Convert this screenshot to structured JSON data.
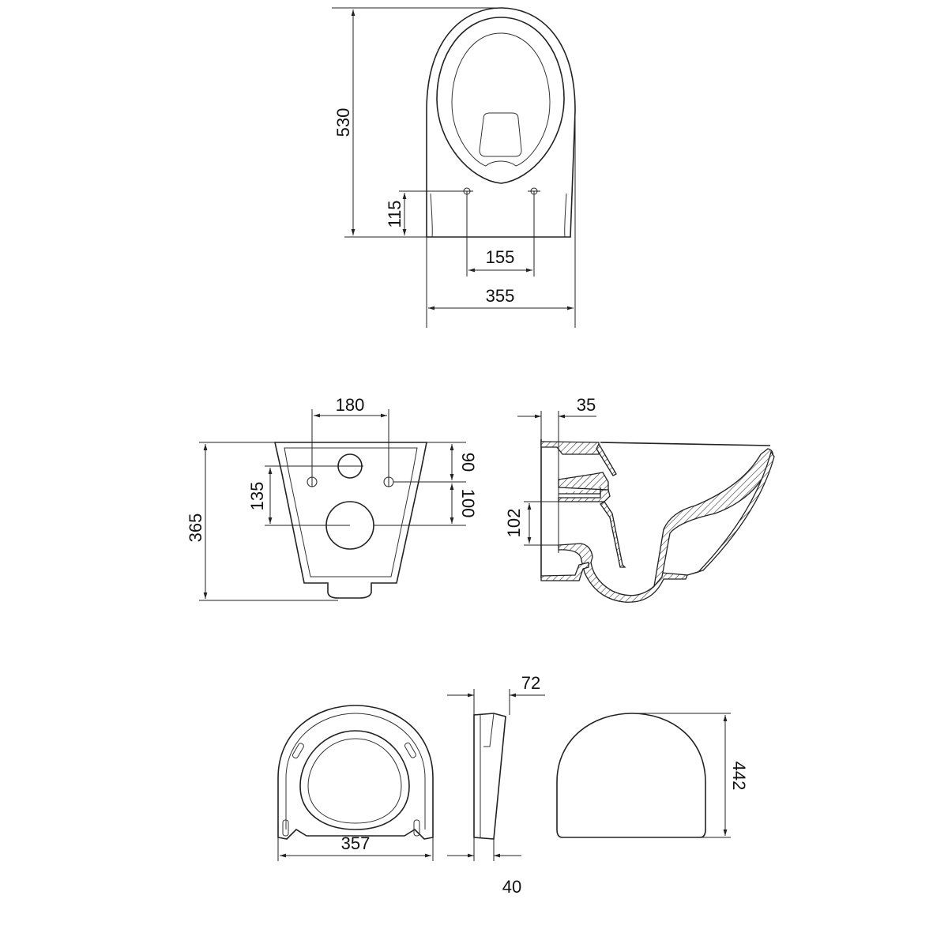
{
  "title": "Wall-hung toilet technical drawing",
  "top_view": {
    "height": "530",
    "outlet_height": "115",
    "bolt_spacing": "155",
    "width": "355"
  },
  "rear_view": {
    "bolt_spacing": "180",
    "height": "365",
    "inlet_offset": "135",
    "offset_top": "90",
    "offset_mid": "100"
  },
  "side_view": {
    "wall_offset": "35",
    "outlet_gap": "102"
  },
  "seat": {
    "width": "357",
    "thickness": "72",
    "hinge_depth": "40",
    "lid_length": "442"
  },
  "colors": {
    "line": "#222222",
    "background": "#ffffff"
  }
}
